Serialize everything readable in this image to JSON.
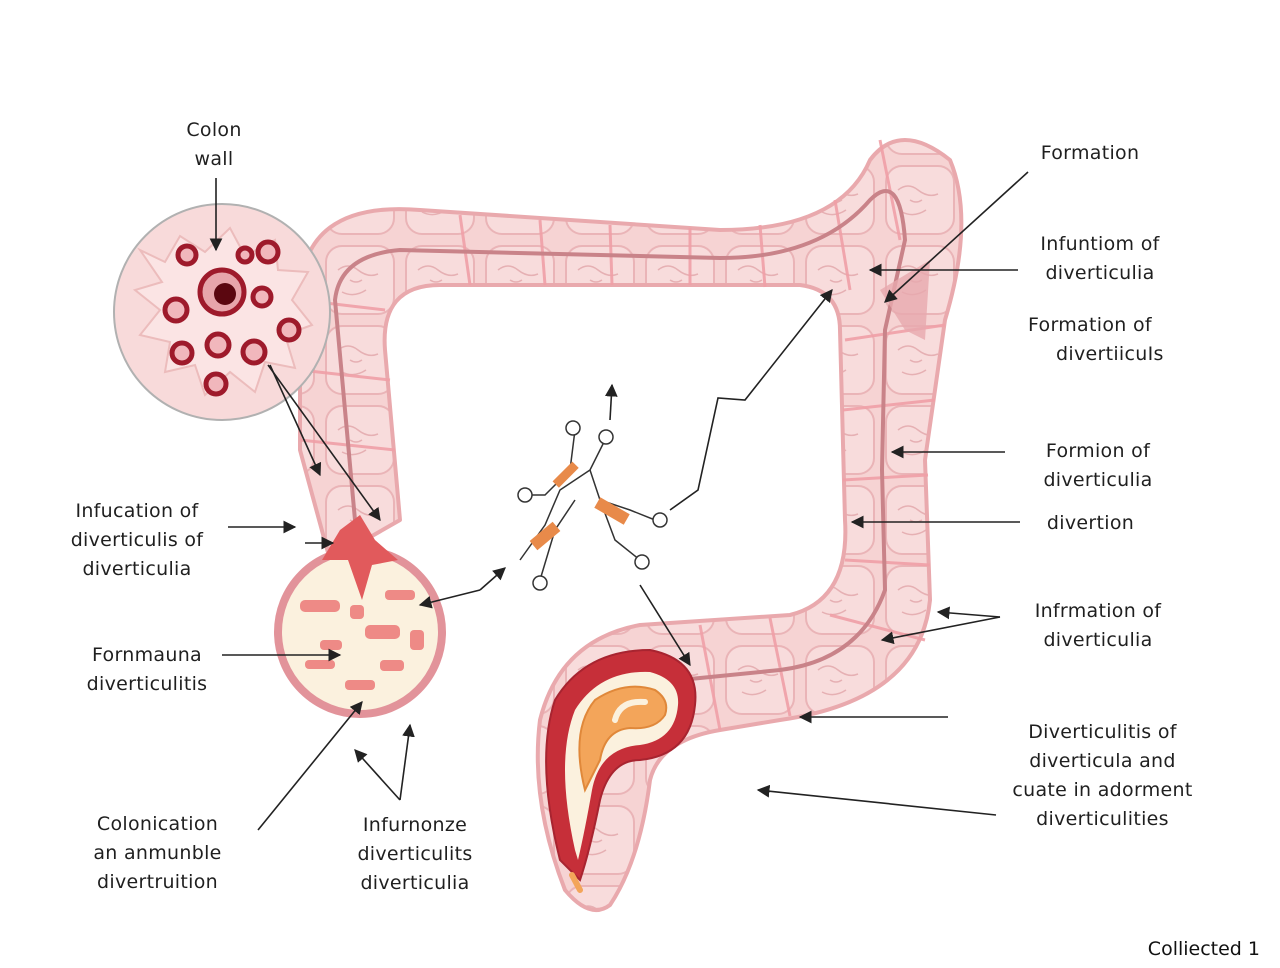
{
  "labels": {
    "colon_wall": [
      "Colon",
      "wall"
    ],
    "infucation": [
      "Infucation of",
      "diverticulis of",
      "diverticulia"
    ],
    "fornmauna": [
      "Fornmauna",
      "diverticulitis"
    ],
    "colonication": [
      "Colonication",
      "an anmunble",
      "divertruition"
    ],
    "infurnonze": [
      "Infurnonze",
      "diverticulits",
      "diverticulia"
    ],
    "formation": [
      "Formation"
    ],
    "infuntiom": [
      "Infuntiom of",
      "diverticulia"
    ],
    "formation_of": [
      "Formation of",
      "divertiicuIs"
    ],
    "formion": [
      "Formion of",
      "diverticulia"
    ],
    "divertion": [
      "divertion"
    ],
    "infrmation": [
      "Infrmation of",
      "diverticulia"
    ],
    "diverticulitis_of": [
      "Diverticulitis of",
      "diverticula and",
      "cuate in adorment",
      "diverticulities"
    ]
  },
  "footer": "Colliected 1",
  "colors": {
    "tissue": "#f6d3d3",
    "tissue_edge": "#e9a9ad",
    "lumen_line": "#c98389",
    "inflamed": "#c62f39",
    "pus": "#f3a55a",
    "cream": "#fbf1de",
    "fiber": "#e88a4a"
  }
}
